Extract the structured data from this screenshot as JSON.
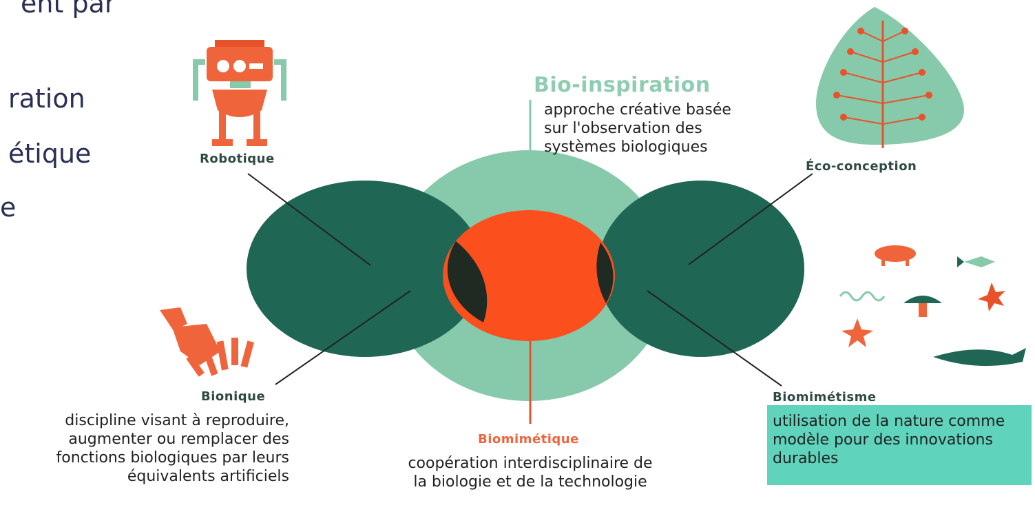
{
  "slide_text": {
    "line1": "ent par",
    "line2": "ration",
    "line3": "étique",
    "line4": "e"
  },
  "diagram": {
    "labels": {
      "robotique": "Robotique",
      "bio_inspiration": "Bio-inspiration",
      "eco_conception": "Éco-conception",
      "bionique": "Bionique",
      "biomimetique": "Biomimétique",
      "biomimetisme": "Biomimétisme"
    },
    "descriptions": {
      "bio_inspiration": "approche créative basée sur l'observation des systèmes biologiques",
      "bionique": "discipline visant à reproduire, augmenter ou remplacer des fonctions biologiques par leurs équivalents artificiels",
      "biomimetique": "coopération interdisciplinaire de la biologie et de la technologie",
      "biomimetisme": "utilisation de la nature comme modèle pour des innovations durables"
    },
    "colors": {
      "dark_green": "#1f6655",
      "light_green": "#86c9ab",
      "orange": "#fb4f1e",
      "overlap": "#1f2a22",
      "label_dark": "#2f4a44",
      "label_light": "#8fcdb2",
      "label_orange": "#f0643c",
      "highlight_bg": "#5fd3bc",
      "slide_text": "#2b2f55"
    },
    "icons": [
      "robot-icon",
      "tree-icon",
      "robotic-hand-icon",
      "animals-icon"
    ]
  }
}
